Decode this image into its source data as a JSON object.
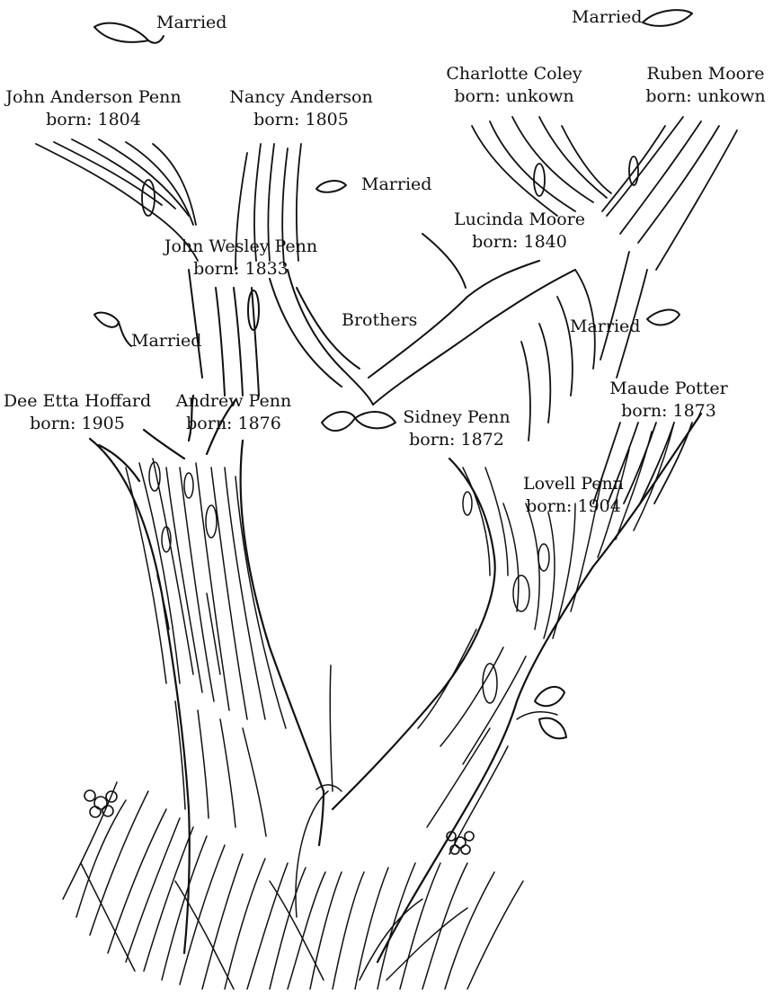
{
  "diagram": {
    "people": [
      {
        "id": "john-anderson-penn",
        "name": "John Anderson Penn",
        "born": "born: 1804"
      },
      {
        "id": "nancy-anderson",
        "name": "Nancy Anderson",
        "born": "born: 1805"
      },
      {
        "id": "charlotte-coley",
        "name": "Charlotte Coley",
        "born": "born: unkown"
      },
      {
        "id": "ruben-moore",
        "name": "Ruben Moore",
        "born": "born: unkown"
      },
      {
        "id": "john-wesley-penn",
        "name": "John Wesley Penn",
        "born": "born: 1833"
      },
      {
        "id": "lucinda-moore",
        "name": "Lucinda Moore",
        "born": "born: 1840"
      },
      {
        "id": "dee-etta-hoffard",
        "name": "Dee Etta Hoffard",
        "born": "born: 1905"
      },
      {
        "id": "andrew-penn",
        "name": "Andrew Penn",
        "born": "born: 1876"
      },
      {
        "id": "sidney-penn",
        "name": "Sidney Penn",
        "born": "born: 1872"
      },
      {
        "id": "maude-potter",
        "name": "Maude Potter",
        "born": "born: 1873"
      },
      {
        "id": "lovell-penn",
        "name": "Lovell Penn",
        "born": "born: 1904"
      }
    ],
    "married_label": "Married",
    "brothers_label": "Brothers",
    "ink_color": "#111111",
    "background_color": "#ffffff"
  }
}
